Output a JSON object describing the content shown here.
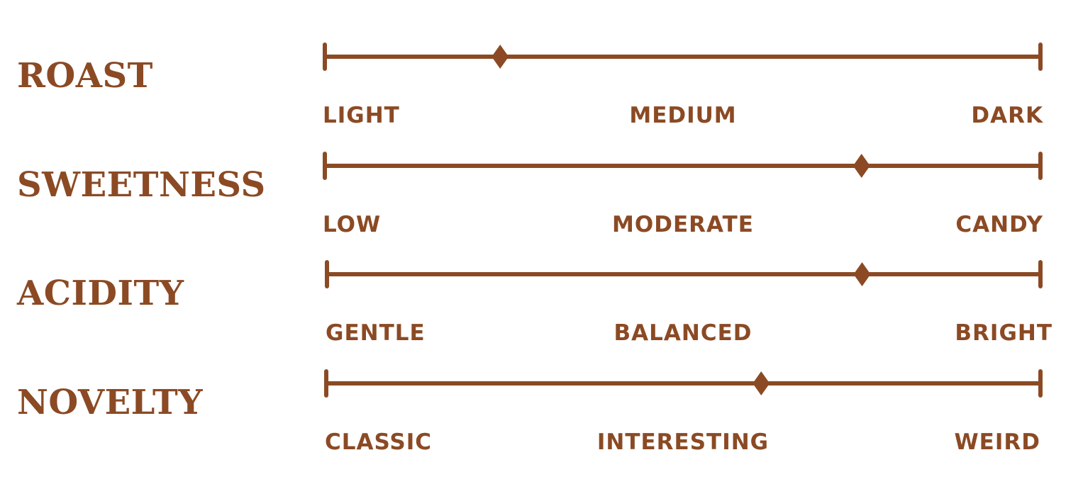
{
  "colors": {
    "brand": "#8b4a24",
    "background": "#ffffff"
  },
  "profile": {
    "rows": [
      {
        "title": "ROAST",
        "low": "LIGHT",
        "mid": "MEDIUM",
        "high": "DARK",
        "value_fraction": 0.245
      },
      {
        "title": "SWEETNESS",
        "low": "LOW",
        "mid": "MODERATE",
        "high": "CANDY",
        "value_fraction": 0.75
      },
      {
        "title": "ACIDITY",
        "low": "GENTLE",
        "mid": "BALANCED",
        "high": "BRIGHT",
        "value_fraction": 0.75
      },
      {
        "title": "NOVELTY",
        "low": "CLASSIC",
        "mid": "INTERESTING",
        "high": "WEIRD",
        "value_fraction": 0.609
      }
    ]
  }
}
